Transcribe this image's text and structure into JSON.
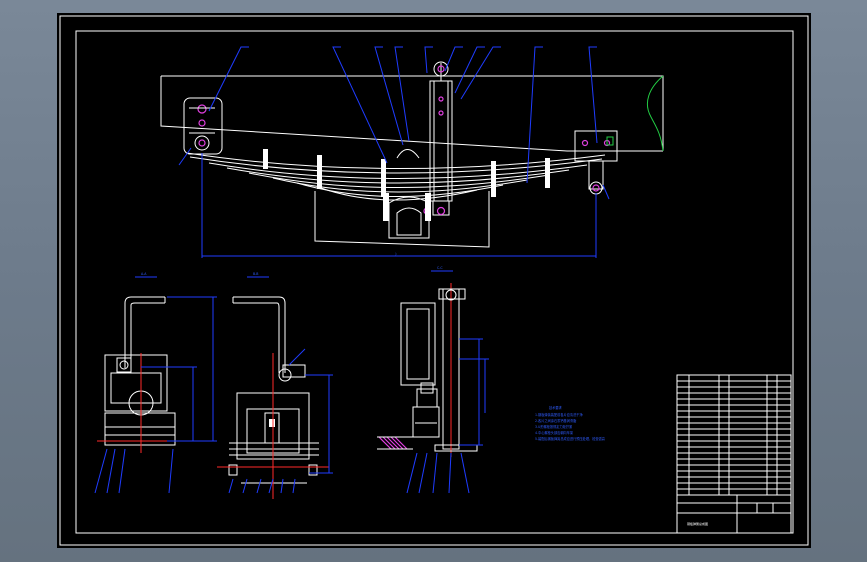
{
  "colors": {
    "background": "#6f7d8c",
    "sheet": "#000000",
    "line_white": "#ffffff",
    "dimension_blue": "#1f3cff",
    "centerline_red": "#ff2a2a",
    "hatch_magenta": "#e040e0",
    "frame_green": "#22cc44"
  },
  "drawing": {
    "title_block_label": "钢板弹簧总成图",
    "tech_req_title": "技术要求",
    "tech_req_lines": [
      "1.钢板弹簧装配前各片应清洗干净",
      "2.各片之间涂石墨钙基润滑脂",
      "3.U形螺栓按规定力矩拧紧",
      "4.中心螺栓头部应朝向车架",
      "5.装配后钢板弹簧总成应进行预压处理，检查弧高"
    ]
  }
}
